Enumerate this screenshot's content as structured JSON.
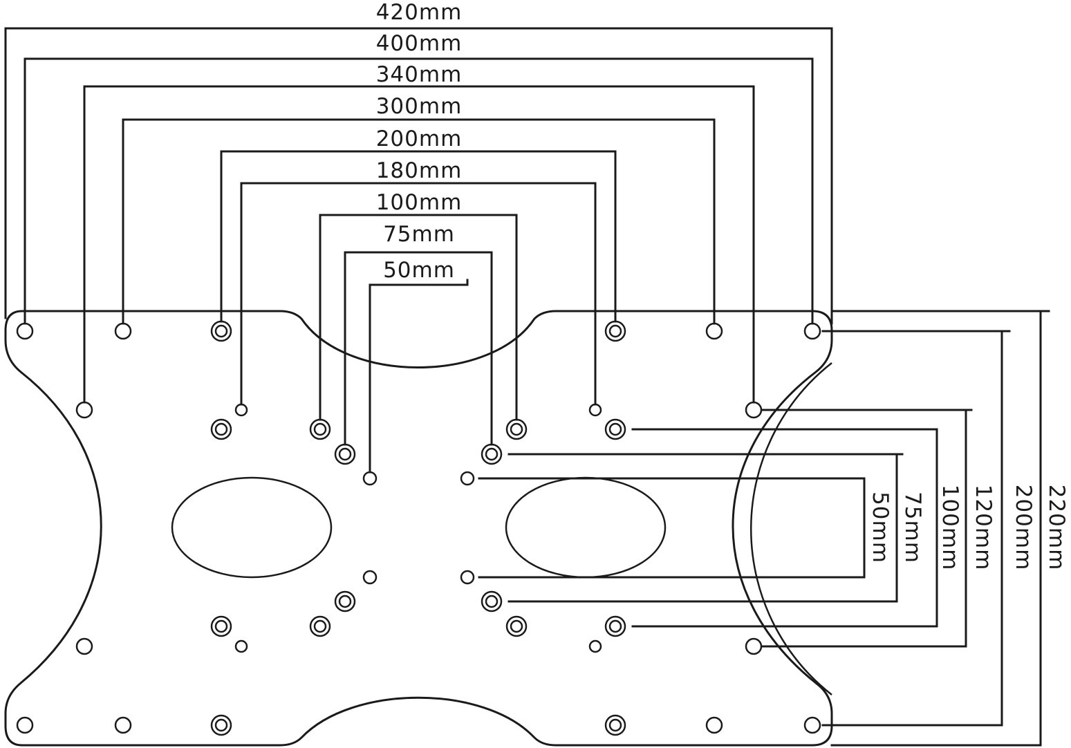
{
  "horizontal_dimensions": [
    {
      "label": "420mm"
    },
    {
      "label": "400mm"
    },
    {
      "label": "340mm"
    },
    {
      "label": "300mm"
    },
    {
      "label": "200mm"
    },
    {
      "label": "180mm"
    },
    {
      "label": "100mm"
    },
    {
      "label": "75mm"
    },
    {
      "label": "50mm"
    }
  ],
  "vertical_dimensions": [
    {
      "label": "50mm"
    },
    {
      "label": "75mm"
    },
    {
      "label": "100mm"
    },
    {
      "label": "120mm"
    },
    {
      "label": "200mm"
    },
    {
      "label": "220mm"
    }
  ],
  "colors": {
    "line": "#1a1a1a",
    "background": "#ffffff"
  }
}
